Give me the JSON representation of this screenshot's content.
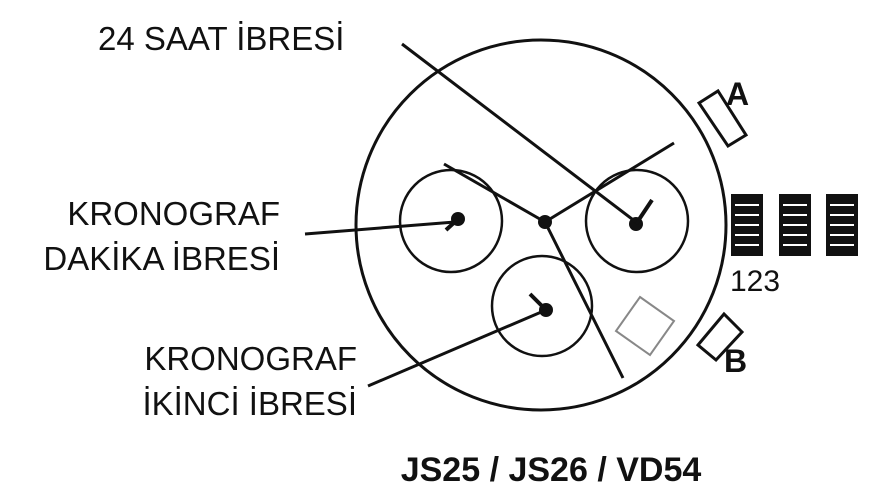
{
  "labels": {
    "hour24": "24 SAAT İBRESİ",
    "chrono_minute_line1": "KRONOGRAF",
    "chrono_minute_line2": "DAKİKA İBRESİ",
    "chrono_second_line1": "KRONOGRAF",
    "chrono_second_line2": "İKİNCİ İBRESİ"
  },
  "crown_positions": "123",
  "buttons": {
    "a": "A",
    "b": "B"
  },
  "model_title": "JS25 / JS26 / VD54"
}
